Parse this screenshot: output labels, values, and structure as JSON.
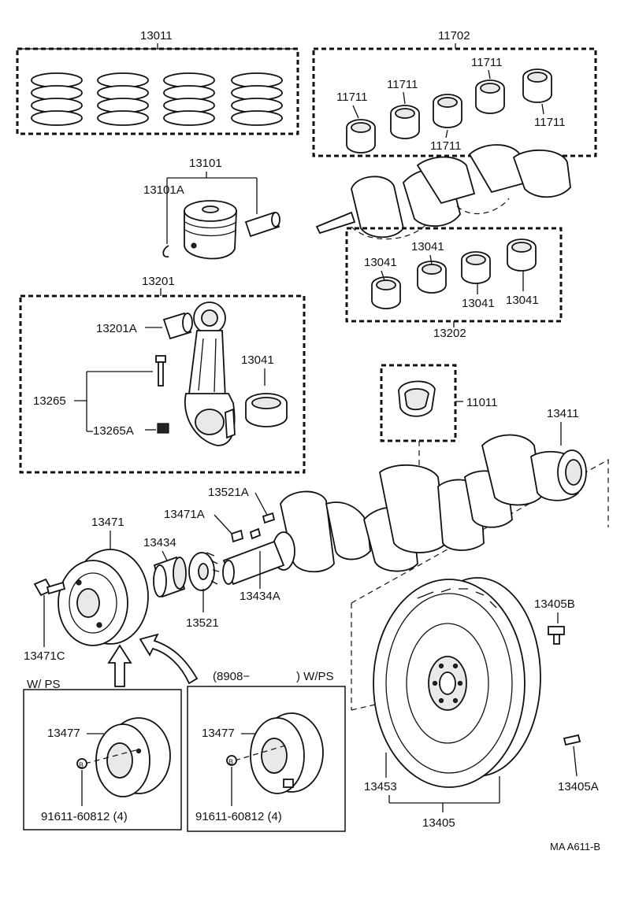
{
  "diagram": {
    "colors": {
      "ink": "#111111",
      "paper": "#ffffff"
    },
    "callouts": {
      "c13011": "13011",
      "c11702": "11702",
      "c11711": "11711",
      "c13101": "13101",
      "c13101A": "13101A",
      "c13041": "13041",
      "c13202": "13202",
      "c13201": "13201",
      "c13201A": "13201A",
      "c13265": "13265",
      "c13265A": "13265A",
      "c11011": "11011",
      "c13411": "13411",
      "c13521A": "13521A",
      "c13471A": "13471A",
      "c13471": "13471",
      "c13434": "13434",
      "c13434A": "13434A",
      "c13521": "13521",
      "c13471C": "13471C",
      "c13405B": "13405B",
      "c13477": "13477",
      "c13453": "13453",
      "c13405": "13405",
      "c13405A": "13405A",
      "c91611": "91611-60812 (4)",
      "bolt_symbol": "B"
    },
    "variants": {
      "left": "W/ PS",
      "right_date": "(8908−",
      "right_suffix": ") W/PS"
    },
    "code": "MA A611-B",
    "icons": [
      "piston-ring-set-icon",
      "bearing-shell-icon",
      "piston-icon",
      "connecting-rod-icon",
      "crankshaft-icon",
      "pulley-icon",
      "timing-gear-icon",
      "flywheel-icon",
      "bolt-icon"
    ]
  }
}
